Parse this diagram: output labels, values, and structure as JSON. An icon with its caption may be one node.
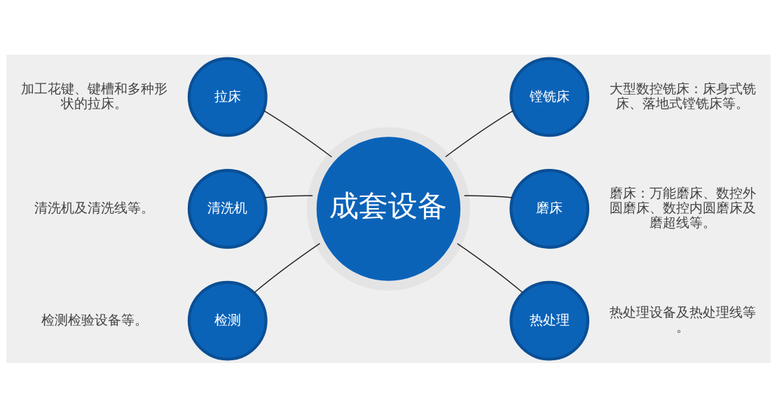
{
  "diagram": {
    "nodes": [
      {
        "text": [
          "成套设备"
        ]
      },
      {
        "text": [
          "拉床"
        ],
        "beside": [
          "加工花键、键槽和多种形状的拉床。"
        ]
      },
      {
        "text": [
          "镗铣床"
        ],
        "beside": [
          "大型数控铣床：床身式铣床、落地式镗铣床等。"
        ]
      },
      {
        "text": [
          "清洗机"
        ],
        "beside": [
          "清洗机及清洗线等。"
        ]
      },
      {
        "text": [
          "磨床"
        ],
        "beside": [
          "磨床：万能磨床、数控外圆磨床、数控内圆磨床及磨超线等。"
        ]
      },
      {
        "text": [
          "检测"
        ],
        "beside": [
          "检测检验设备等。"
        ]
      },
      {
        "text": [
          "热处理"
        ],
        "beside": [
          "热处理设备及热处理线等。"
        ]
      }
    ],
    "edges": [
      {
        "from": 0,
        "to": 1,
        "arrow": "none"
      },
      {
        "from": 0,
        "to": 2,
        "arrow": "none"
      },
      {
        "from": 0,
        "to": 3,
        "arrow": "none"
      },
      {
        "from": 0,
        "to": 4,
        "arrow": "none"
      },
      {
        "from": 0,
        "to": 5,
        "arrow": "none"
      },
      {
        "from": 0,
        "to": 6,
        "arrow": "none"
      }
    ]
  }
}
